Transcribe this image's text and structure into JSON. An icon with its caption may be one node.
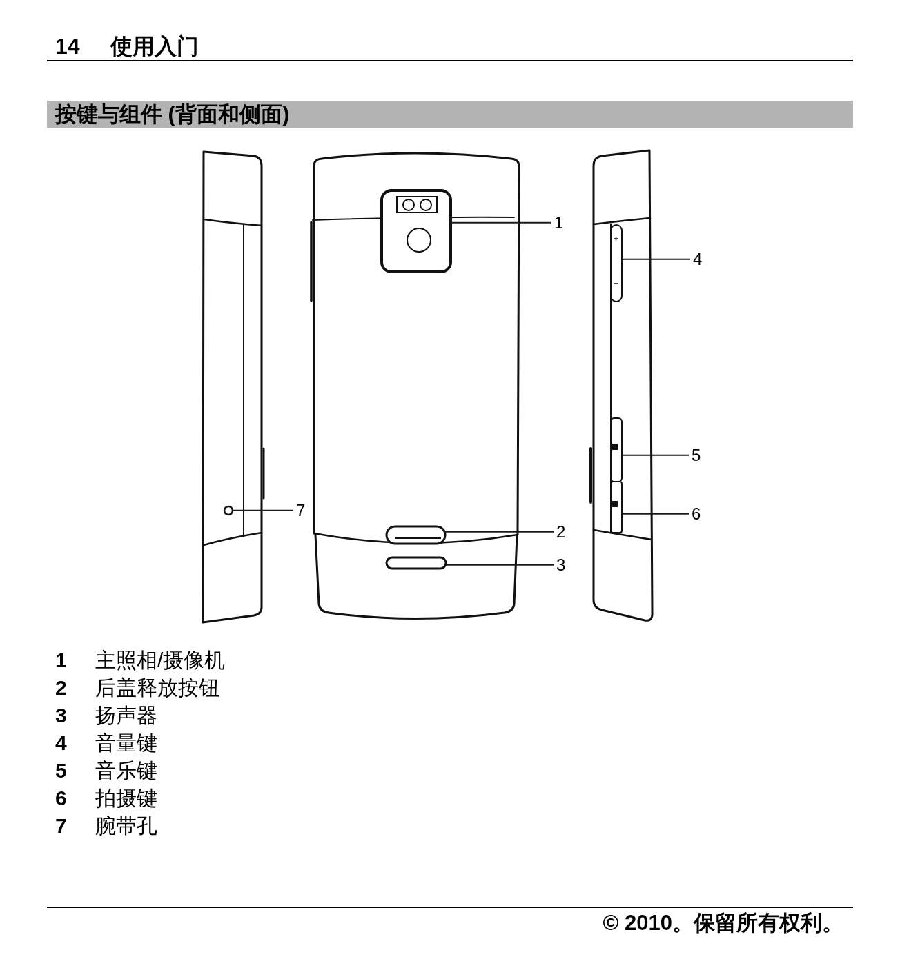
{
  "diagram": {
    "title": "按键与组件 (背面和侧面)",
    "nodes": [
      {
        "text": [
          "1"
        ]
      },
      {
        "text": [
          "2"
        ]
      },
      {
        "text": [
          "3"
        ]
      },
      {
        "text": [
          "4"
        ]
      },
      {
        "text": [
          "5"
        ]
      },
      {
        "text": [
          "6"
        ]
      },
      {
        "text": [
          "7"
        ]
      },
      {
        "text": [],
        "shape": "box"
      },
      {
        "text": [],
        "shape": "bar"
      },
      {
        "text": [],
        "shape": "bar"
      },
      {
        "text": [],
        "shape": "bar"
      },
      {
        "text": [],
        "shape": "box"
      },
      {
        "text": [],
        "shape": "box"
      },
      {
        "text": [],
        "shape": "circle"
      }
    ],
    "edges": [
      {
        "from": 0,
        "to": 7,
        "arrow": "none"
      },
      {
        "from": 1,
        "to": 8,
        "arrow": "none"
      },
      {
        "from": 2,
        "to": 9,
        "arrow": "none"
      },
      {
        "from": 3,
        "to": 10,
        "arrow": "none"
      },
      {
        "from": 4,
        "to": 11,
        "arrow": "none"
      },
      {
        "from": 5,
        "to": 12,
        "arrow": "none"
      },
      {
        "from": 6,
        "to": 13,
        "arrow": "none"
      }
    ],
    "labels": [
      "14",
      "使用入门",
      "1",
      "主照相/摄像机",
      "2",
      "后盖释放按钮",
      "3",
      "扬声器",
      "4",
      "音量键",
      "5",
      "音乐键",
      "6",
      "拍摄键",
      "7",
      "腕带孔",
      "© 2010。保留所有权利。"
    ]
  }
}
